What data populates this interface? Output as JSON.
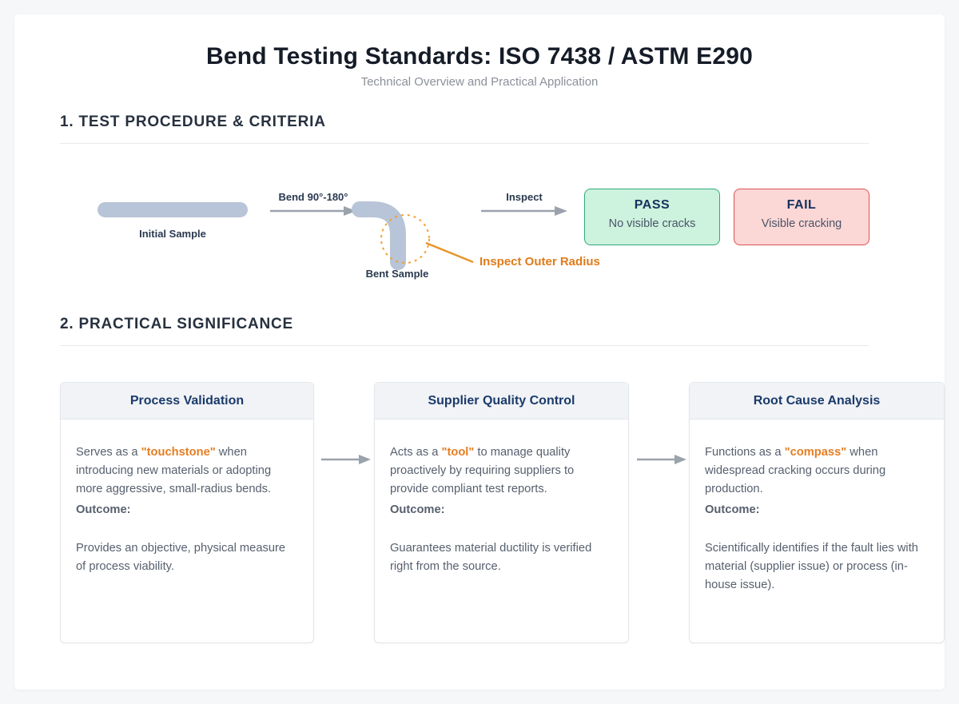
{
  "header": {
    "title": "Bend Testing Standards: ISO 7438 / ASTM E290",
    "subtitle": "Technical Overview and Practical Application"
  },
  "section1": {
    "heading": "1. TEST PROCEDURE & CRITERIA",
    "flow": {
      "initial_sample_label": "Initial Sample",
      "bend_arrow_label": "Bend 90°-180°",
      "bent_sample_label": "Bent Sample",
      "inspect_arrow_label": "Inspect",
      "callout_label": "Inspect Outer Radius",
      "pass_box": {
        "title": "PASS",
        "text": "No visible cracks"
      },
      "fail_box": {
        "title": "FAIL",
        "text": "Visible cracking"
      }
    }
  },
  "section2": {
    "heading": "2. PRACTICAL SIGNIFICANCE",
    "cards": [
      {
        "title": "Process Validation",
        "desc_prefix": "Serves as a ",
        "desc_highlight": "\"touchstone\"",
        "desc_suffix": " when introducing new materials or adopting more aggressive, small-radius bends.",
        "outcome_label": "Outcome:",
        "outcome_text": "Provides an objective, physical measure of process viability."
      },
      {
        "title": "Supplier Quality Control",
        "desc_prefix": "Acts as a ",
        "desc_highlight": "\"tool\"",
        "desc_suffix": " to manage quality proactively by requiring suppliers to provide compliant test reports.",
        "outcome_label": "Outcome:",
        "outcome_text": "Guarantees material ductility is verified right from the source."
      },
      {
        "title": "Root Cause Analysis",
        "desc_prefix": "Functions as a ",
        "desc_highlight": "\"compass\"",
        "desc_suffix": " when widespread cracking occurs during production.",
        "outcome_label": "Outcome:",
        "outcome_text": "Scientifically identifies if the fault lies with material (supplier issue) or process (in-house issue)."
      }
    ]
  },
  "colors": {
    "accent_orange": "#e67e22",
    "callout_orange": "#e07b1a",
    "pass_bg": "#cdf2de",
    "pass_border": "#2fa97c",
    "fail_bg": "#fbd7d6",
    "fail_border": "#d9534f",
    "sample_fill": "#b8c4d7",
    "navy_heading": "#16325c",
    "arrow_gray": "#9aa2ac"
  }
}
